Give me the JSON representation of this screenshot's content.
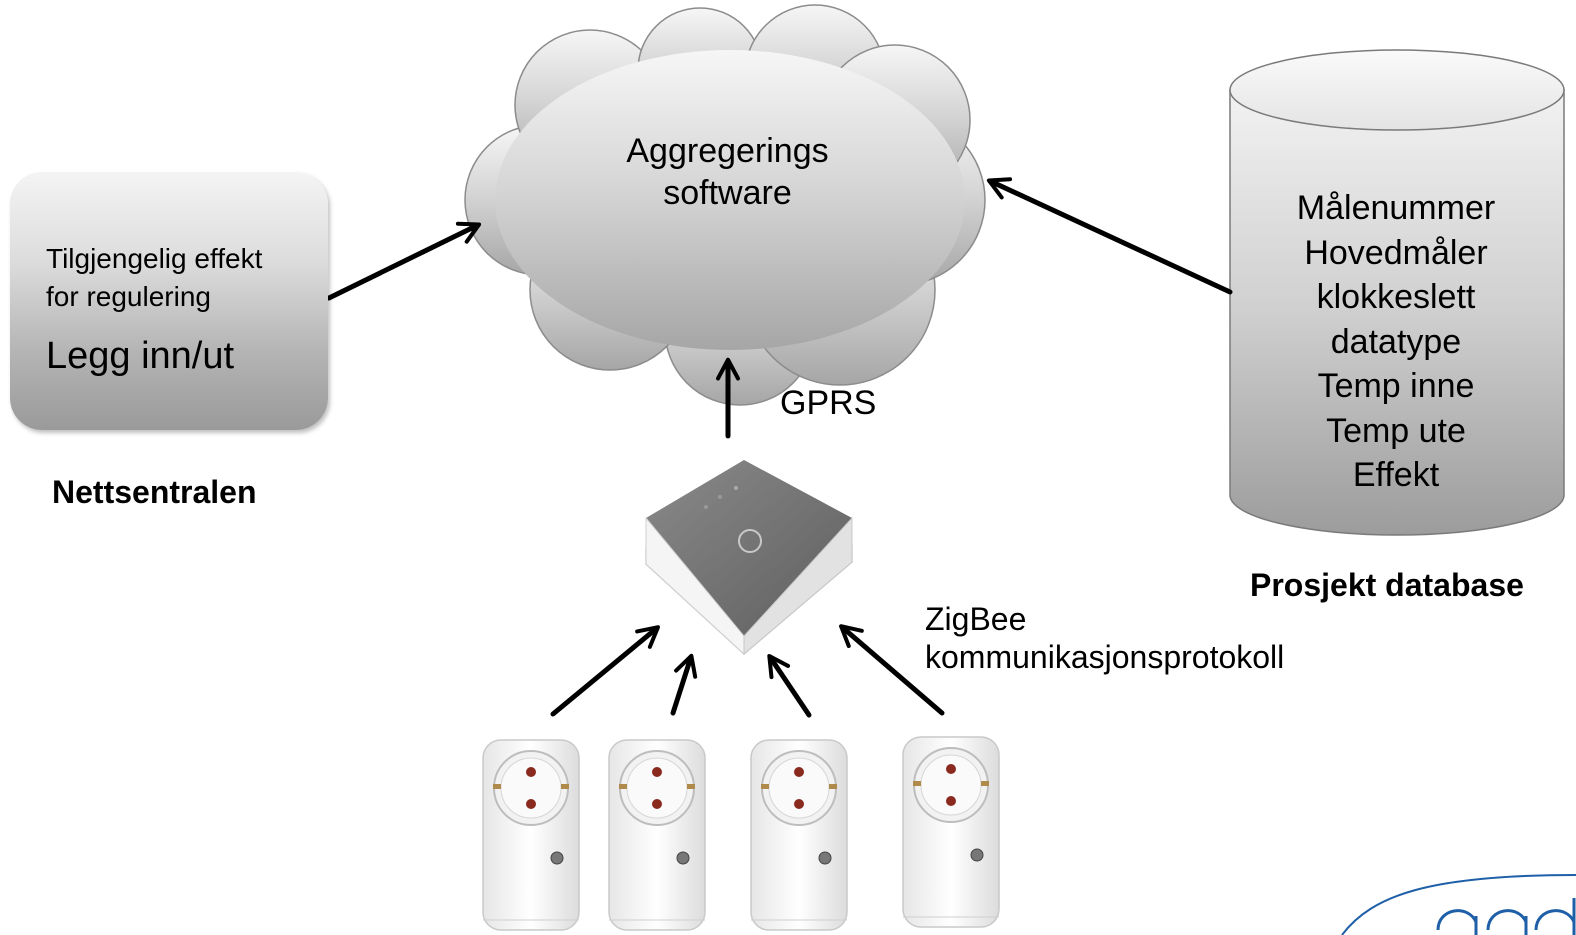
{
  "cloud": {
    "lines": [
      "Aggregerings",
      "software"
    ]
  },
  "nettsentralen": {
    "small_lines": [
      "Tilgjengelig effekt",
      "for regulering"
    ],
    "large_text": "Legg inn/ut",
    "caption": "Nettsentralen"
  },
  "database": {
    "items": [
      "Målenummer",
      "Hovedmåler",
      "klokkeslett",
      "datatype",
      "Temp inne",
      "Temp ute",
      "Effekt"
    ],
    "caption": "Prosjekt database"
  },
  "links": {
    "gprs": "GPRS",
    "zigbee_lines": [
      "ZigBee",
      "kommunikasjonsprotokoll"
    ]
  },
  "colors": {
    "arrow": "#000000",
    "shape_light": "#f4f4f4",
    "shape_dark": "#9a9a9a",
    "logo_accent": "#1e5fa8"
  }
}
